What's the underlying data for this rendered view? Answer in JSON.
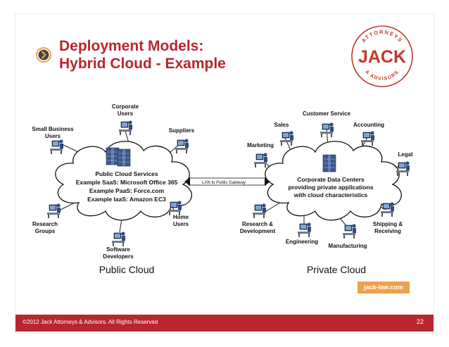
{
  "slide": {
    "title_line1": "Deployment Models:",
    "title_line2": "Hybrid Cloud - Example",
    "logo_top": "ATTORNEYS",
    "logo_main": "JACK",
    "logo_bottom": "& ADVISORS",
    "website": "jack-law.com",
    "copyright": "©2012 Jack Attorneys & Advisors. All Rights Reserved",
    "page_number": "22"
  },
  "public_cloud": {
    "caption": "Public Cloud",
    "services_title": "Public Cloud Services",
    "saas": "Example SaaS: Microsoft Office 365",
    "paas": "Example PaaS: Force.com",
    "iaas": "Example IaaS: Amazon EC3",
    "nodes": {
      "corporate_users_1": "Corporate",
      "corporate_users_2": "Users",
      "small_business_1": "Small Business",
      "small_business_2": "Users",
      "suppliers": "Suppliers",
      "research_1": "Research",
      "research_2": "Groups",
      "home_1": "Home",
      "home_2": "Users",
      "software_1": "Software",
      "software_2": "Developers"
    }
  },
  "gateway": "LAN to Public Gateway",
  "private_cloud": {
    "caption": "Private Cloud",
    "center_1": "Corporate Data Centers",
    "center_2": "providing private applications",
    "center_3": "with cloud characteristics",
    "nodes": {
      "customer_service": "Customer Service",
      "sales": "Sales",
      "accounting": "Accounting",
      "marketing": "Marketing",
      "legal": "Legal",
      "rnd_1": "Research &",
      "rnd_2": "Development",
      "shipping_1": "Shipping &",
      "shipping_2": "Receiving",
      "engineering": "Engineering",
      "manufacturing": "Manufacturing"
    }
  },
  "colors": {
    "accent_red": "#b8262e",
    "logo_red": "#c0392b",
    "url_orange": "#f0a04b"
  },
  "icons": [
    "chevron-right-icon",
    "person-at-computer-icon",
    "server-rack-icon",
    "gateway-bar-icon"
  ]
}
